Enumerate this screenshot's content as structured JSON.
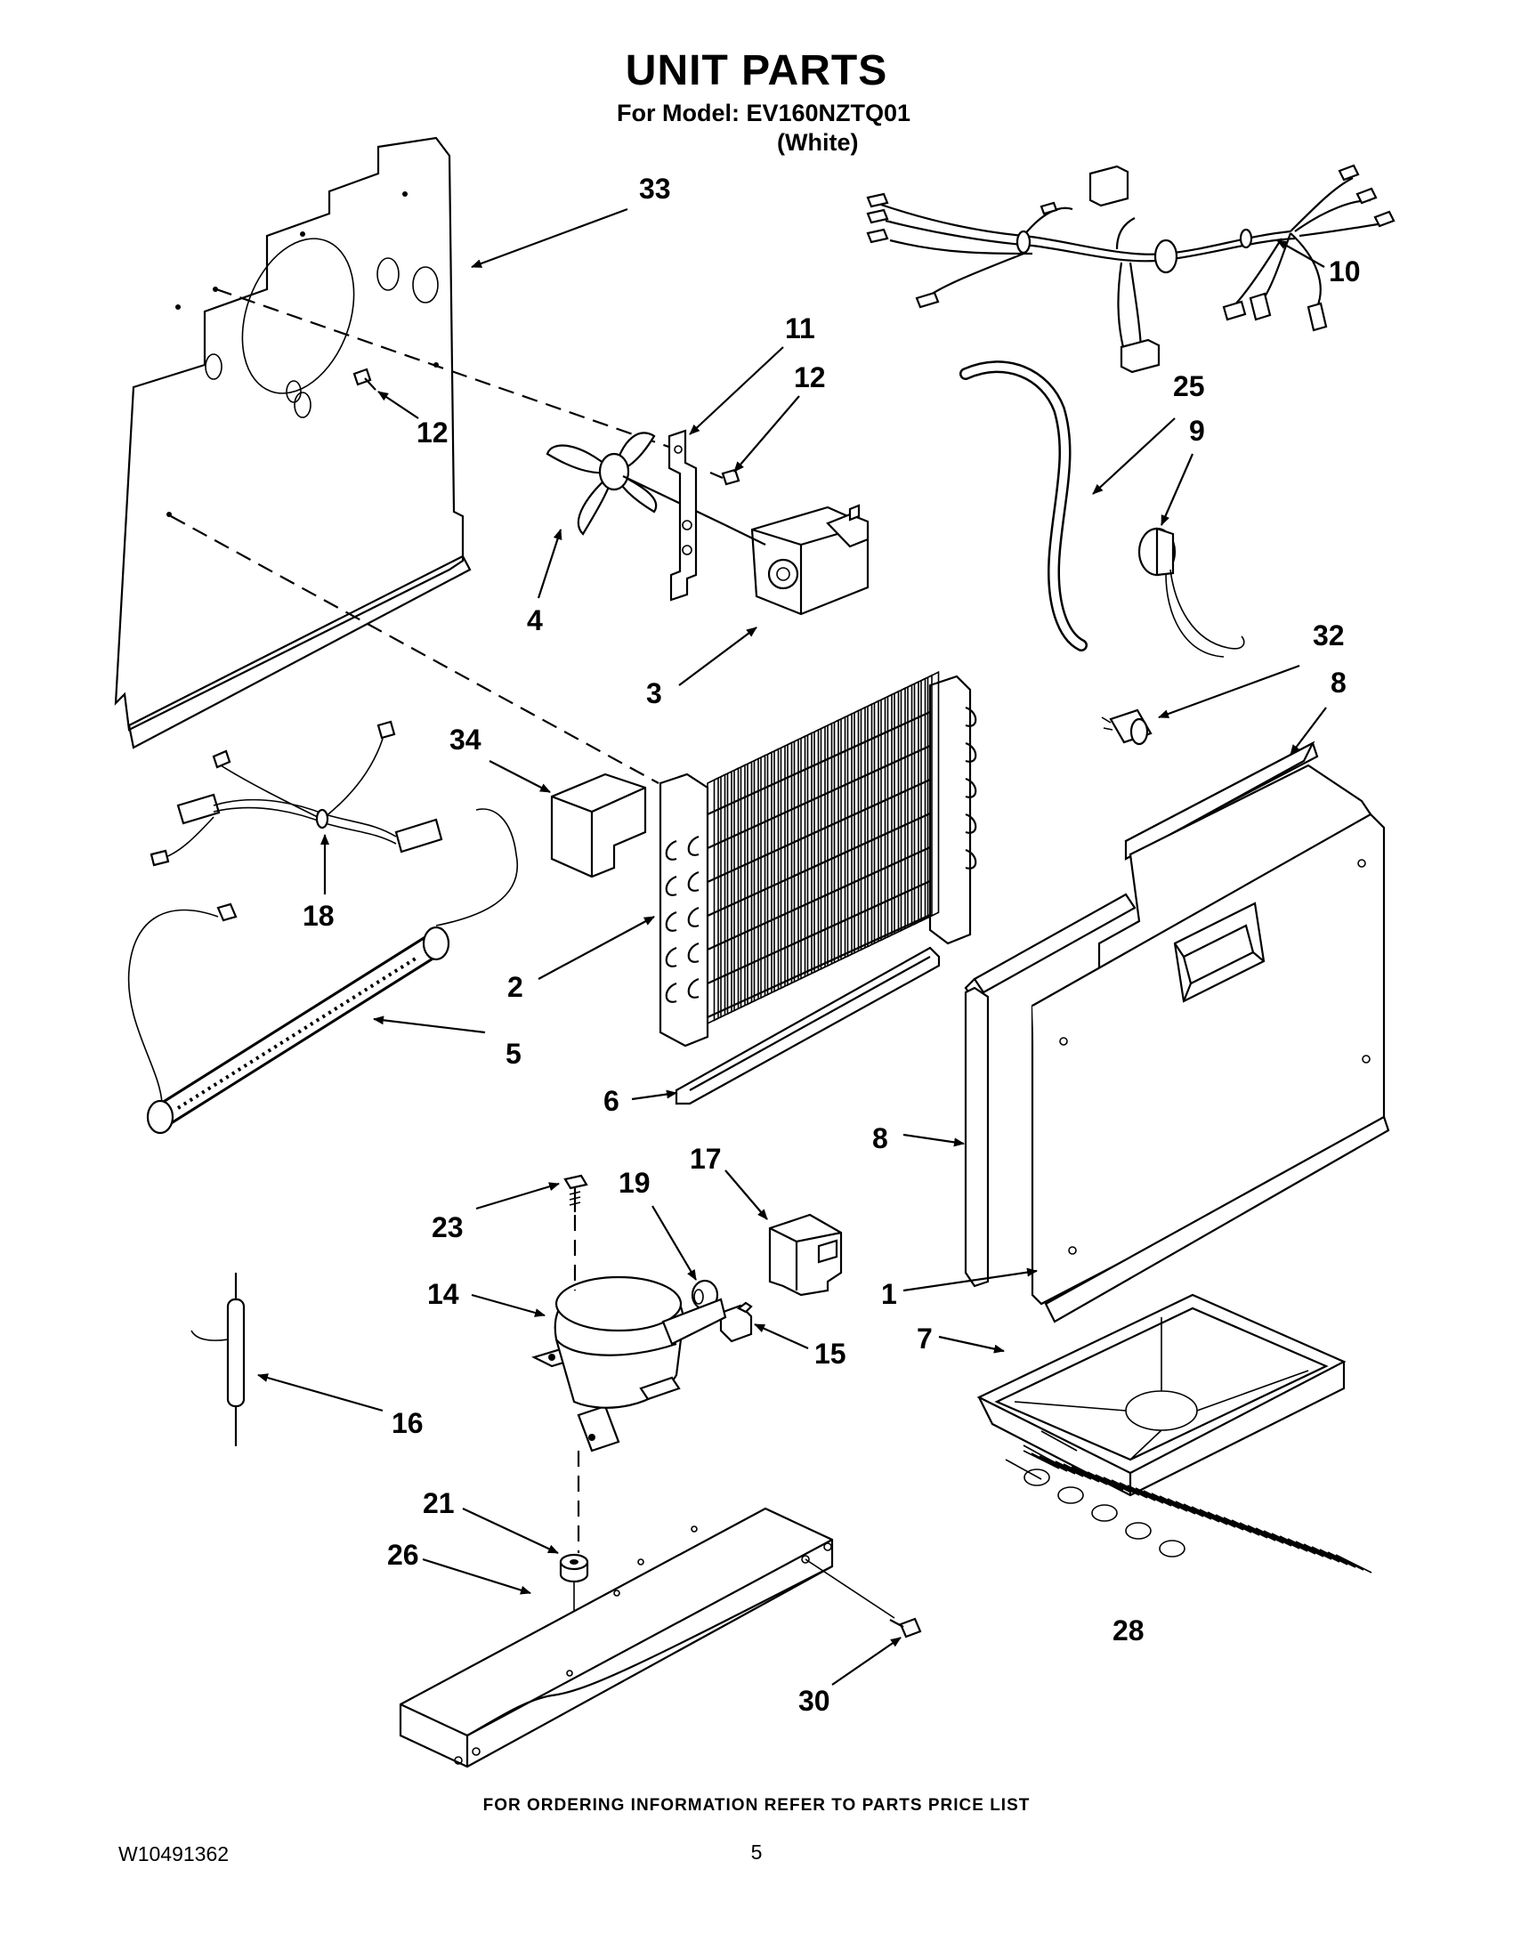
{
  "page": {
    "title": "UNIT PARTS",
    "model_line": "For Model: EV160NZTQ01",
    "color_line": "(White)",
    "footer_note": "FOR ORDERING INFORMATION REFER TO PARTS PRICE LIST",
    "doc_number": "W10491362",
    "page_number": "5"
  },
  "callouts": {
    "c33": "33",
    "c10": "10",
    "c11": "11",
    "c12a": "12",
    "c12b": "12",
    "c25": "25",
    "c9": "9",
    "c4": "4",
    "c3": "3",
    "c32": "32",
    "c8a": "8",
    "c34": "34",
    "c18": "18",
    "c2": "2",
    "c5": "5",
    "c6": "6",
    "c8b": "8",
    "c17": "17",
    "c19": "19",
    "c23": "23",
    "c14": "14",
    "c1": "1",
    "c15": "15",
    "c7": "7",
    "c16": "16",
    "c21": "21",
    "c26": "26",
    "c28": "28",
    "c30": "30"
  }
}
